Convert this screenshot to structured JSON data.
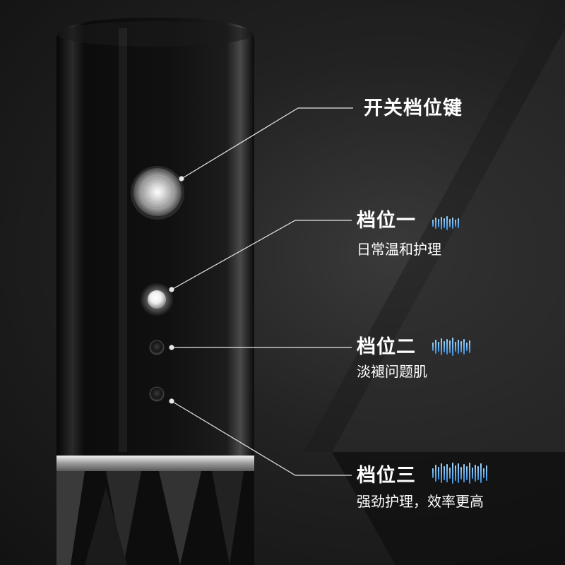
{
  "colors": {
    "background": "#1a1a1a",
    "device_body": "#0b0b0b",
    "metal_ring": "#cfcfcf",
    "callout_line": "#e6e6e6",
    "wave_accent": "#5aa9f0"
  },
  "callouts": [
    {
      "title": "开关档位键",
      "subtitle": ""
    },
    {
      "title": "档位一",
      "subtitle": "日常温和护理",
      "wave_level": 1
    },
    {
      "title": "档位二",
      "subtitle": "淡褪问题肌",
      "wave_level": 2
    },
    {
      "title": "档位三",
      "subtitle": "强劲护理，效率更高",
      "wave_level": 3
    }
  ]
}
